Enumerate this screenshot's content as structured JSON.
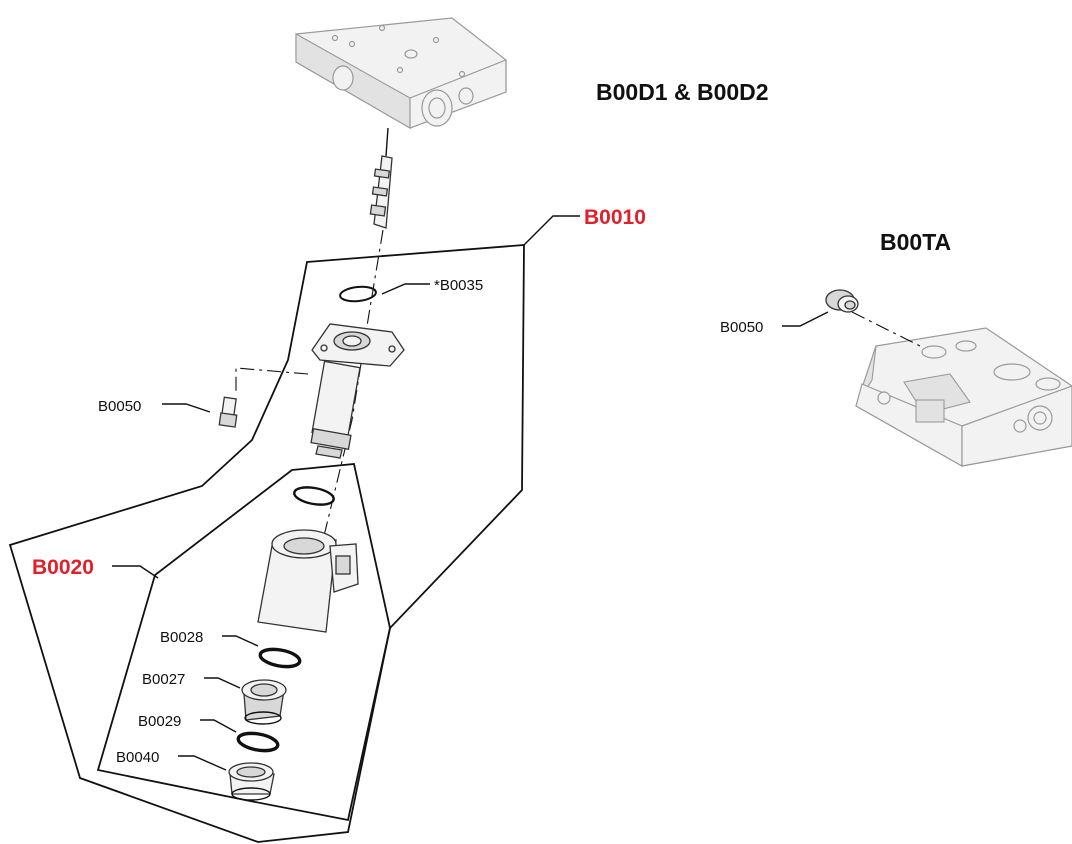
{
  "titles": {
    "top_right": "B00D1 & B00D2",
    "right": "B00TA"
  },
  "assemblies": {
    "outer": "B0010",
    "inner": "B0020"
  },
  "callouts": {
    "b0035": "*B0035",
    "b0050_left": "B0050",
    "b0050_right": "B0050",
    "b0028": "B0028",
    "b0027": "B0027",
    "b0029": "B0029",
    "b0040": "B0040"
  },
  "colors": {
    "assembly_label": "#e0202a",
    "line": "#111111",
    "ghost_part": "#9a9a9a"
  }
}
